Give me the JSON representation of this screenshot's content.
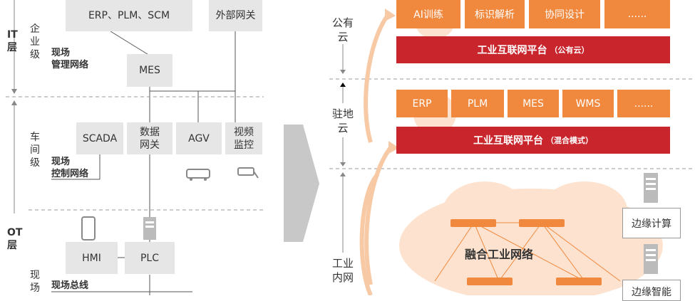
{
  "left": {
    "it_layer": "IT\n层",
    "ot_layer": "OT\n层",
    "enterprise_level": "企\n业\n级",
    "workshop_level": "车\n间\n级",
    "field_level": "现\n场",
    "field_mgmt_network": "现场\n管理网络",
    "field_control_network": "现场\n控制网络",
    "fieldbus": "现场总线",
    "boxes": {
      "erp_plm_scm": "ERP、PLM、SCM",
      "external_gateway": "外部网关",
      "mes": "MES",
      "scada": "SCADA",
      "data_gateway": "数据\n网关",
      "agv": "AGV",
      "video": "视频\n监控",
      "hmi": "HMI",
      "plc": "PLC"
    }
  },
  "right": {
    "public_cloud": "公有\n云",
    "onprem_cloud": "驻地\n云",
    "industrial_intranet": "工业\n内网",
    "public_apps": [
      "AI训练",
      "标识解析",
      "协同设计",
      "......"
    ],
    "public_platform": {
      "main": "工业互联网平台",
      "sub": "（公有云）"
    },
    "onprem_apps": [
      "ERP",
      "PLM",
      "MES",
      "WMS",
      "......"
    ],
    "onprem_platform": {
      "main": "工业互联网平台",
      "sub": "（混合模式）"
    },
    "fusion_network": "融合工业网络",
    "edge_compute": "边缘计算",
    "edge_intelligence": "边缘智能"
  },
  "colors": {
    "orange": "#f0883e",
    "red": "#c9252c",
    "gray_box": "#e6e6e6",
    "arrow_gray": "#c8c8c8"
  }
}
